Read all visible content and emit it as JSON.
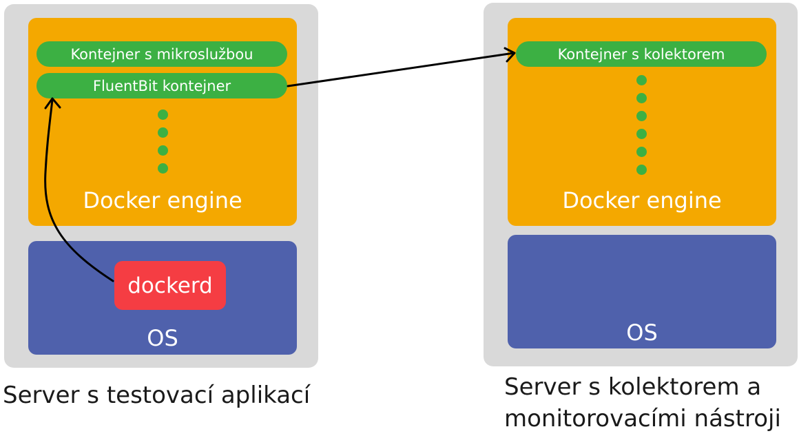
{
  "left_server": {
    "docker_label": "Docker engine",
    "os_label": "OS",
    "daemon_label": "dockerd",
    "containers": [
      "Kontejner s mikroslužbou",
      "FluentBit kontejner"
    ],
    "caption": "Server s testovací aplikací"
  },
  "right_server": {
    "docker_label": "Docker engine",
    "os_label": "OS",
    "containers": [
      "Kontejner s kolektorem"
    ],
    "caption_line1": "Server s kolektorem a",
    "caption_line2": "monitorovacími nástroji"
  },
  "colors": {
    "server_bg": "#d9d9d9",
    "docker_engine": "#f4a800",
    "os": "#4f61ac",
    "container": "#3cb043",
    "dockerd": "#f53d43"
  }
}
